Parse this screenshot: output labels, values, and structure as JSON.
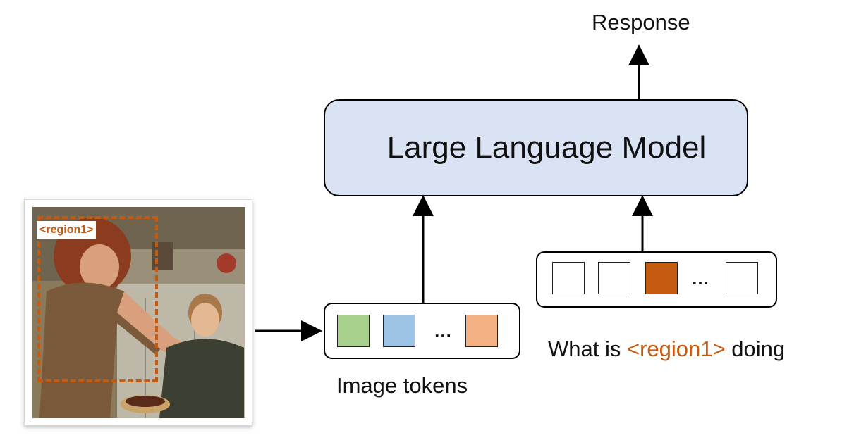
{
  "response_label": "Response",
  "llm_label": "Large Language Model",
  "region_tag": "<region1>",
  "image_tokens_label": "Image tokens",
  "question": {
    "prefix": "What is ",
    "region_ref": "<region1>",
    "suffix": " doing"
  },
  "ellipsis": "…",
  "colors": {
    "llm_fill": "#dae3f3",
    "region": "#c55a11",
    "image_token_1": "#a9d18e",
    "image_token_2": "#9dc3e6",
    "image_token_3": "#f4b183",
    "text_token_highlight": "#c55a11"
  }
}
